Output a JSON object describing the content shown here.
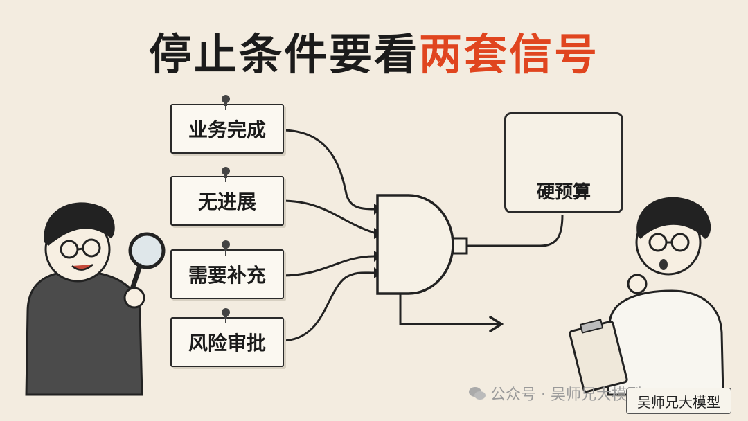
{
  "title": {
    "main": "停止条件要看",
    "highlight": "两套信号"
  },
  "notes": [
    {
      "label": "业务完成"
    },
    {
      "label": "无进展"
    },
    {
      "label": "需要补充"
    },
    {
      "label": "风险审批"
    }
  ],
  "gauge": {
    "label": "硬预算",
    "icon": "speedometer-icon"
  },
  "gate": {
    "icon": "and-gate-icon"
  },
  "watermark": {
    "text": "公众号 · 吴师兄大模型",
    "icon": "wechat-icon"
  },
  "brand": {
    "text": "吴师兄大模型"
  },
  "colors": {
    "accent": "#e0451f",
    "ink": "#1b1b1b",
    "background": "#f3ece0"
  }
}
